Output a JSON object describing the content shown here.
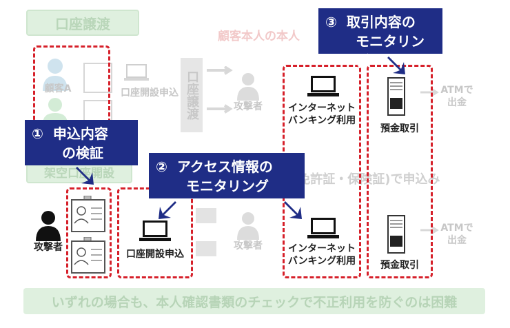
{
  "faded": {
    "top_banner": "口座譲渡",
    "customer_a": "顧客A",
    "account_apply_top": "口座開設申込",
    "vertical_box": "口座譲渡",
    "attacker_top": "攻撃者",
    "identity_header": "顧客本人の本人",
    "atm_top": "ATMで 出金",
    "mid_banner": "架空口座開設",
    "license_text": "(免許証・保険証)で申込み",
    "attacker_bottom": "攻撃者",
    "atm_bottom": "ATMで 出金",
    "bottom_bar": "いずれの場合も、本人確認書類のチェックで不正利用を防ぐのは困難"
  },
  "callouts": {
    "c1_num": "①",
    "c1_line1": "申込内容",
    "c1_line2": "の検証",
    "c2_num": "②",
    "c2_line1": "アクセス情報の",
    "c2_line2": "モニタリング",
    "c3_num": "③",
    "c3_line1": "取引内容の",
    "c3_line2": "モニタリング"
  },
  "labels": {
    "attacker": "攻撃者",
    "account_apply": "口座開設申込",
    "ib_top_line1": "インターネット",
    "ib_top_line2": "バンキング利用",
    "ib_bottom_line1": "インターネット",
    "ib_bottom_line2": "バンキング利用",
    "deposit_top": "預金取引",
    "deposit_bottom": "預金取引"
  },
  "colors": {
    "callout_bg": "#1f2d86",
    "dash_red": "#d6202a",
    "banner_green": "#dff0df"
  }
}
